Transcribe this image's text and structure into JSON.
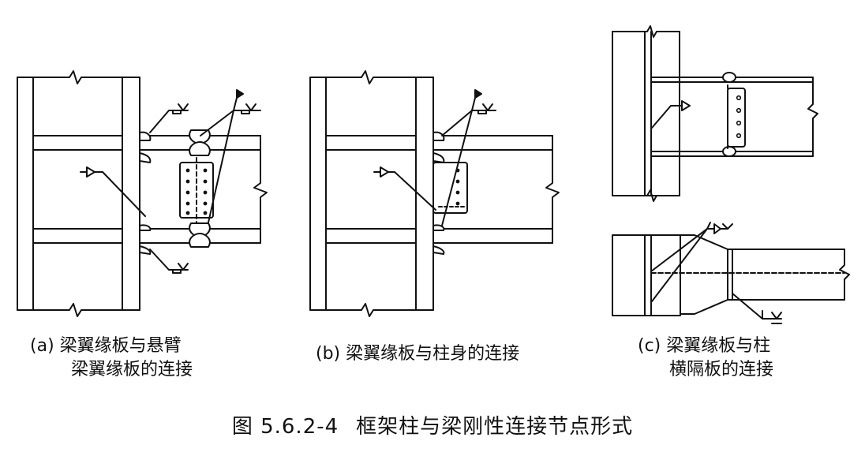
{
  "panels": {
    "a": {
      "caption_line1": "(a) 梁翼缘板与悬臂",
      "caption_line2": "梁翼缘板的连接"
    },
    "b": {
      "caption": "(b) 梁翼缘板与柱身的连接"
    },
    "c": {
      "caption_line1": "(c) 梁翼缘板与柱",
      "caption_line2": "横隔板的连接"
    }
  },
  "figure": {
    "number": "图 5.6.2-4",
    "title": "框架柱与梁刚性连接节点形式"
  },
  "colors": {
    "line": "#111111",
    "background": "#ffffff"
  }
}
